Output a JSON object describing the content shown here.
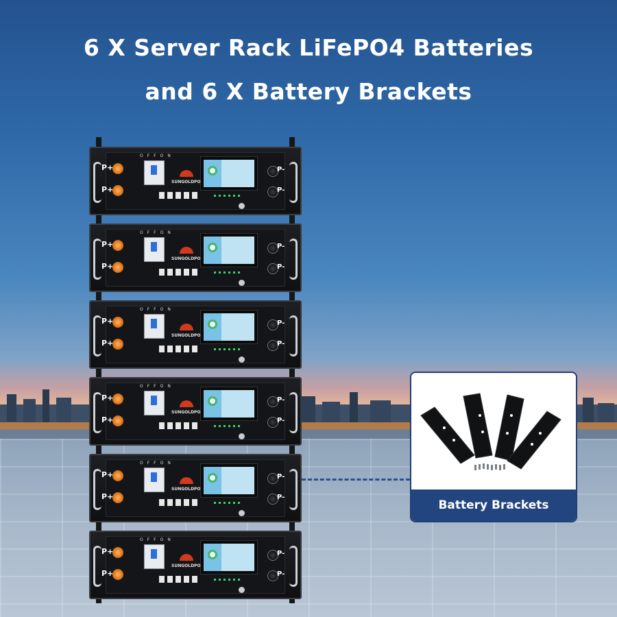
{
  "headline": {
    "line1": "6 X Server Rack LiFePO4 Batteries",
    "line2": "and 6 X Battery Brackets"
  },
  "battery_module": {
    "positive_terminal": "P+",
    "negative_terminal": "P-",
    "switch_off": "OFF",
    "switch_on": "ON",
    "brand": "SUNGOLDPOWER",
    "count": 6
  },
  "callout": {
    "label": "Battery Brackets"
  },
  "colors": {
    "callout_footer": "#23457f",
    "terminal_orange": "#e07a1e",
    "battery_body": "#141518"
  }
}
